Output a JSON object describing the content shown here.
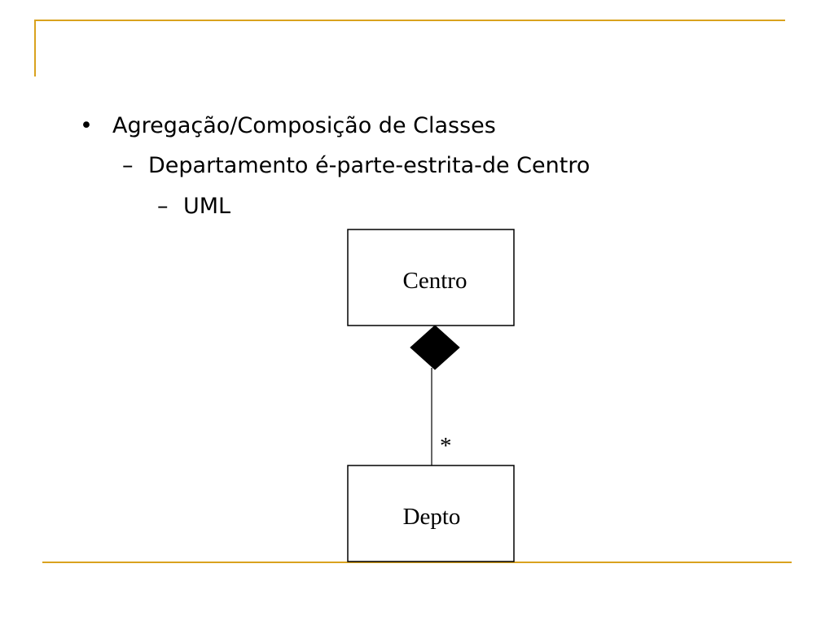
{
  "slide": {
    "accent_color": "#d9a21e",
    "bullets": [
      {
        "marker": "•",
        "text": "Agregação/Composição de Classes"
      },
      {
        "marker": "–",
        "text": "Departamento é-parte-estrita-de Centro"
      },
      {
        "marker": "–",
        "text": "UML"
      }
    ]
  },
  "diagram": {
    "type": "uml-composition",
    "whole_class": "Centro",
    "part_class": "Depto",
    "multiplicity": "*",
    "relationship": "composition"
  }
}
